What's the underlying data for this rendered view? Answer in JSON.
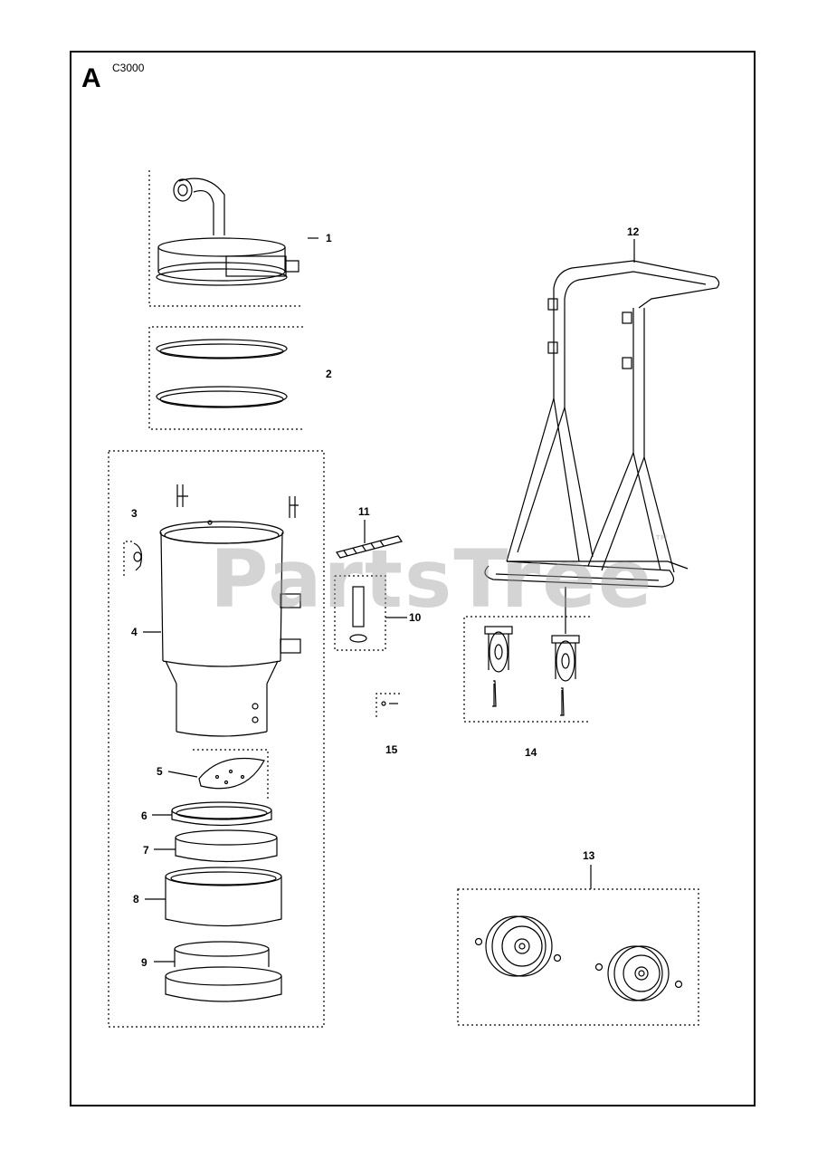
{
  "diagram": {
    "section_letter": "A",
    "model": "C3000",
    "watermark": "PartsTree",
    "watermark_tm": "™",
    "callouts": {
      "c1": "1",
      "c2": "2",
      "c3": "3",
      "c4": "4",
      "c5": "5",
      "c6": "6",
      "c7": "7",
      "c8": "8",
      "c9": "9",
      "c10": "10",
      "c11": "11",
      "c12": "12",
      "c13": "13",
      "c14": "14",
      "c15": "15"
    }
  }
}
